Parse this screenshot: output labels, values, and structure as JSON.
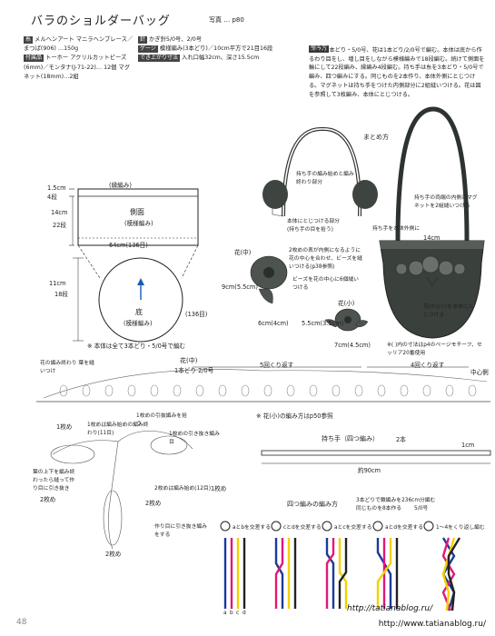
{
  "page": {
    "title": "バラのショルダーバッグ",
    "photo_ref": "写真 … p80",
    "page_number": "48",
    "watermark_url": "http://www.tatianablog.ru/",
    "watermark_script": "http://tatianablog.ru/"
  },
  "materials": {
    "thread_tag": "糸",
    "thread_text": "メルヘンアート マニラヘンプレース／まつば(906) …150g",
    "parts_tag": "付属品",
    "parts_text": "トーホー アクリルカットビーズ(6mm)／モンタナ(J-71-22)… 12個 マグネット(18mm)…2組",
    "needle_tag": "針",
    "needle_text": "かぎ針5/0号、2/0号",
    "gauge_tag": "ゲージ",
    "gauge_text": "模様編み(3本どり)／10cm平方で21目16段",
    "size_tag": "でき上がり寸法",
    "size_text": "入れ口幅32cm、深さ15.5cm"
  },
  "instructions": {
    "heading": "編み方",
    "body": "本体は3本どり・5/0号、花は1本どり/2/0号で編む。本体は底から作るわり目をし、増し目をしながら模様編みで18段編む。続けて側面を輪にして22段編み、縁編み4段編む。持ち手は糸を3本どり・5/0号で編み、四つ編みにする。同じものを2本作り、本体外側にとじつける。マグネットは持ち手をつけた内側部分に2組縫いつける。花は図を参照して3枚編み、本体にとじつける。"
  },
  "diagram": {
    "edge_label": "(縁編み)",
    "side_label": "側面",
    "side_sub": "(模様編み)",
    "h_1_5": "1.5cm",
    "h_1_5_rows": "4段",
    "h_14": "14cm",
    "h_14_rows": "22段",
    "width_label": "64cm(136目)",
    "bottom_label": "底",
    "bottom_sub": "(模様編み)",
    "bottom_stitches": "(136目)",
    "r_11": "11cm",
    "r_11_rows": "18段",
    "body_note": "※ 本体は全て3本どり・5/0号で編む"
  },
  "assembly": {
    "heading": "まとめ方",
    "handle_note": "持ち手の編み始めと編み終わり部分",
    "body_attach": "本体にとじつける部分(持ち手の目を拾う)",
    "handle_side": "持ち手を本体外側に",
    "handle_magnet": "持ち手の両端の内側にマグネットを2組縫いつける",
    "width_14": "14cm",
    "flower_mid": "花(中)",
    "flower_note": "2枚めの表が内側になるように花の中心を合わせ、ビーズを縫いつける(p38参照)",
    "bead_note": "ビーズを花の中心に6個縫いつける",
    "flower_attach": "花(中)(小)を本体にとじつける",
    "fm_h": "9cm(5.5cm)",
    "fm_w": "6cm(4cm)",
    "flower_small": "花(小)",
    "fs_h": "5.5cm(3.5cm)",
    "fs_w": "7cm(4.5cm)",
    "paren_note": "※( )内の寸法はp4のページモチーフ、セッリア20番使用"
  },
  "flower_chart": {
    "title": "花(中)",
    "sub": "1本どり 2/0号",
    "end_note": "花の編み終わり 葉を縫いつけ",
    "rep5": "5回くり返す",
    "rep4": "4回くり返す",
    "center": "中心側",
    "small_note": "※ 花(小)の編み方はp50参照",
    "first_petal": "1枚め",
    "first_sew": "1枚めの引抜編みを拾う",
    "row_note1": "1枚めは編み始めの編み終わり(11目)",
    "row_note2": "2枚めは編み始め(12目)",
    "row_note3": "1枚めの引き抜き編み目",
    "leaf_note": "葉の上下を編み終わったら縫って作り目に引き抜き",
    "stitch_note": "作り目に引き抜き編みをする",
    "second_petal": "2枚め",
    "mark_1": "1枚め",
    "mark_2": "2枚め",
    "mark_3": "2枚め"
  },
  "handle": {
    "title": "持ち手（四つ編み）",
    "count": "2本",
    "w_1": "1cm",
    "length": "約90cm"
  },
  "braid": {
    "title": "四つ編みの編み方",
    "note1": "3本どりで鎖編みを236cm分編む",
    "note2": "同じものを8本作る",
    "size": "5/0号",
    "step1": "aとbを交差する",
    "step2": "cとdを交差する",
    "step3": "aとcを交差する",
    "step4": "aとdを交差する",
    "step5": "1〜4をくり返し編む",
    "letters": [
      "a",
      "b",
      "c",
      "d"
    ],
    "colors": {
      "a": "#1a3a9a",
      "b": "#e0187a",
      "c": "#f4d000",
      "d": "#222222"
    }
  }
}
